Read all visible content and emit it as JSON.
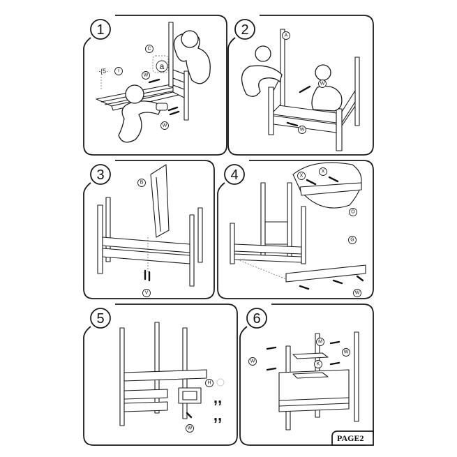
{
  "document": {
    "page_label": "PAGE2"
  },
  "steps": [
    {
      "number": "1",
      "labels": [
        "C",
        "a",
        "W",
        "W",
        "I"
      ]
    },
    {
      "number": "2",
      "labels": [
        "A",
        "W",
        "W"
      ]
    },
    {
      "number": "3",
      "labels": [
        "B",
        "V"
      ]
    },
    {
      "number": "4",
      "labels": [
        "X",
        "X",
        "O",
        "G",
        "W"
      ]
    },
    {
      "number": "5",
      "labels": [
        "H",
        "W"
      ]
    },
    {
      "number": "6",
      "labels": [
        "M",
        "K",
        "W",
        "W"
      ]
    }
  ]
}
